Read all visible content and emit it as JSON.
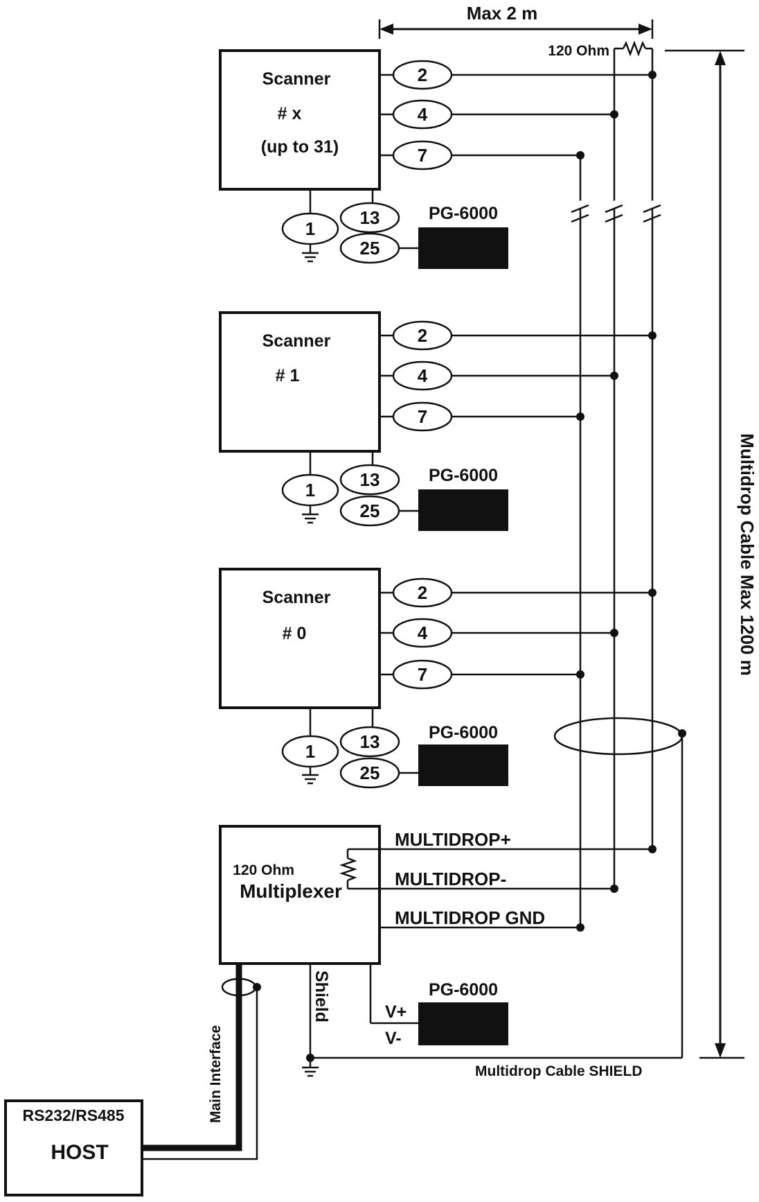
{
  "dimension": {
    "max_2m": "Max 2 m",
    "cable_length": "Multidrop Cable   Max 1200 m"
  },
  "terminator": {
    "label": "120 Ohm"
  },
  "scanners": [
    {
      "title": "Scanner",
      "id": "# x",
      "note": "(up to 31)"
    },
    {
      "title": "Scanner",
      "id": "# 1",
      "note": ""
    },
    {
      "title": "Scanner",
      "id": "# 0",
      "note": ""
    }
  ],
  "pins": {
    "p2": "2",
    "p4": "4",
    "p7": "7",
    "p1": "1",
    "p13": "13",
    "p25": "25"
  },
  "power_supply": {
    "label": "PG-6000",
    "vplus": "V+",
    "vminus": "V-"
  },
  "multiplexer": {
    "name": "Multiplexer",
    "resistor": "120 Ohm",
    "sig_plus": "MULTIDROP+",
    "sig_minus": "MULTIDROP-",
    "sig_gnd": "MULTIDROP GND",
    "shield": "Shield"
  },
  "shield_label": "Multidrop Cable SHIELD",
  "main_interface": "Main Interface",
  "host": {
    "type": "RS232/RS485",
    "name": "HOST"
  }
}
